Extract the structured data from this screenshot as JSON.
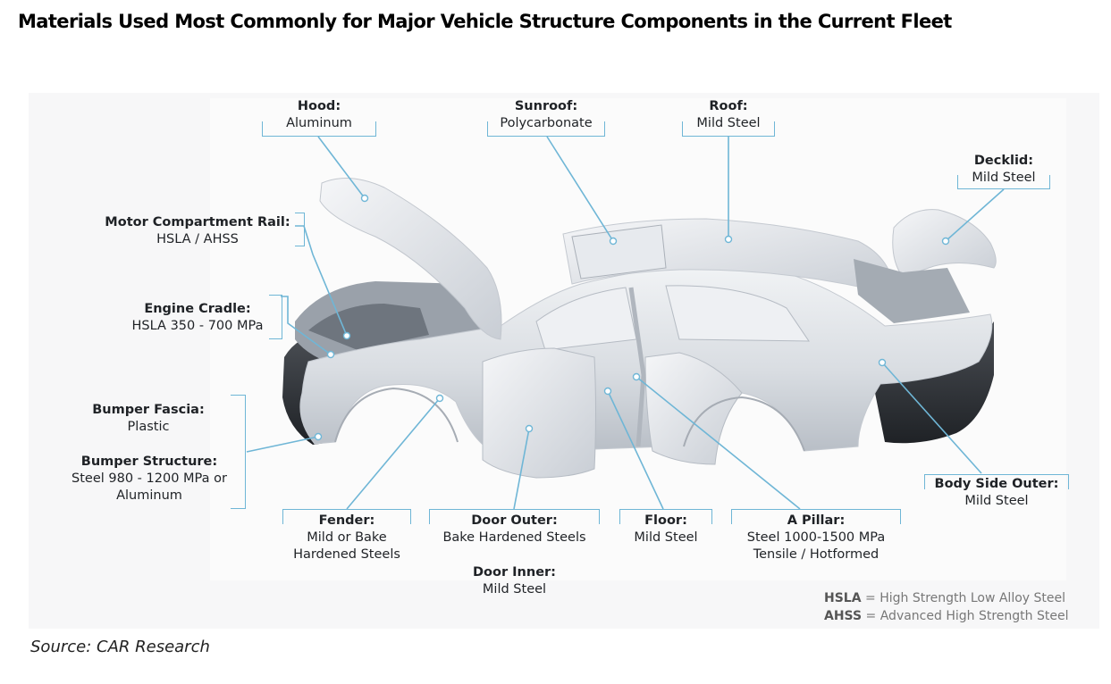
{
  "title": "Materials Used Most Commonly for Major Vehicle Structure Components in the Current Fleet",
  "callouts": {
    "hood": {
      "name": "Hood:",
      "material": "Aluminum"
    },
    "sunroof": {
      "name": "Sunroof:",
      "material": "Polycarbonate"
    },
    "roof": {
      "name": "Roof:",
      "material": "Mild Steel"
    },
    "decklid": {
      "name": "Decklid:",
      "material": "Mild Steel"
    },
    "motor_rail": {
      "name": "Motor Compartment Rail:",
      "material": "HSLA / AHSS"
    },
    "engine_cradle": {
      "name": "Engine Cradle:",
      "material": "HSLA 350 - 700 MPa"
    },
    "bumper_fascia": {
      "name": "Bumper Fascia:",
      "material": "Plastic"
    },
    "bumper_structure": {
      "name": "Bumper Structure:",
      "material_line1": "Steel 980 - 1200 MPa or",
      "material_line2": "Aluminum"
    },
    "fender": {
      "name": "Fender:",
      "material_line1": "Mild or Bake",
      "material_line2": "Hardened Steels"
    },
    "door_outer": {
      "name": "Door Outer:",
      "material": "Bake Hardened Steels"
    },
    "door_inner": {
      "name": "Door Inner:",
      "material": "Mild Steel"
    },
    "floor": {
      "name": "Floor:",
      "material": "Mild Steel"
    },
    "a_pillar": {
      "name": "A Pillar:",
      "material_line1": "Steel 1000-1500 MPa",
      "material_line2": "Tensile / Hotformed"
    },
    "body_side_outer": {
      "name": "Body Side Outer:",
      "material": "Mild Steel"
    }
  },
  "legend": {
    "hsla_abbr": "HSLA",
    "hsla_text": " = High Strength Low Alloy Steel",
    "ahss_abbr": "AHSS",
    "ahss_text": " = Advanced High Strength Steel"
  },
  "source": "Source: CAR Research",
  "colors": {
    "leader": "#6fb6d6",
    "body": "#dfe3e8",
    "body_shade": "#b9bfc7",
    "bumper": "#2f3236"
  }
}
